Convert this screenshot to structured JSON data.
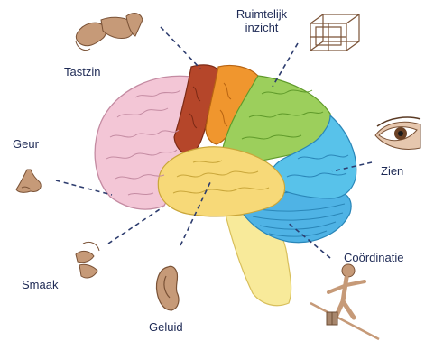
{
  "diagram": {
    "labels": {
      "ruimtelijk_line1": "Ruimtelijk",
      "ruimtelijk_line2": "inzicht",
      "tastzin": "Tastzin",
      "geur": "Geur",
      "zien": "Zien",
      "smaak": "Smaak",
      "geluid": "Geluid",
      "coordinatie": "Coördinatie"
    },
    "icons": [
      "hand-icon",
      "cube-icon",
      "nose-icon",
      "eye-icon",
      "mouth-icon",
      "ear-icon",
      "balance-figure-icon"
    ],
    "colors": {
      "frontal": "#f3c6d6",
      "motor": "#b5462a",
      "somatosensory": "#f0962e",
      "parietal": "#9ccf5c",
      "occipital": "#58c2ea",
      "temporal": "#f7d978",
      "cerebellum": "#4fb3e5",
      "brainstem": "#f8ea9a",
      "label_text": "#1e2a55",
      "dash": "#2d3c6e",
      "skin": "#c69a78"
    }
  }
}
